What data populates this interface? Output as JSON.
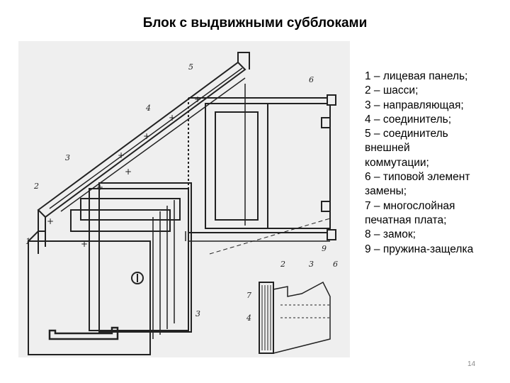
{
  "slide": {
    "title": "Блок с выдвижными субблоками",
    "page_number": "14"
  },
  "figure": {
    "callouts": [
      "1",
      "2",
      "3",
      "4",
      "5",
      "6",
      "9",
      "2",
      "3",
      "6",
      "7",
      "4",
      "3"
    ]
  },
  "legend": {
    "items": [
      "1 – лицевая панель;",
      "2 – шасси;",
      "3 – направляющая;",
      "4 – соединитель;",
      "5 – соединитель\n    внешней\n    коммутации;",
      "6 – типовой элемент\n    замены;",
      "7 – многослойная\n    печатная плата;",
      "8 – замок;",
      "9 – пружина-защелка"
    ]
  }
}
